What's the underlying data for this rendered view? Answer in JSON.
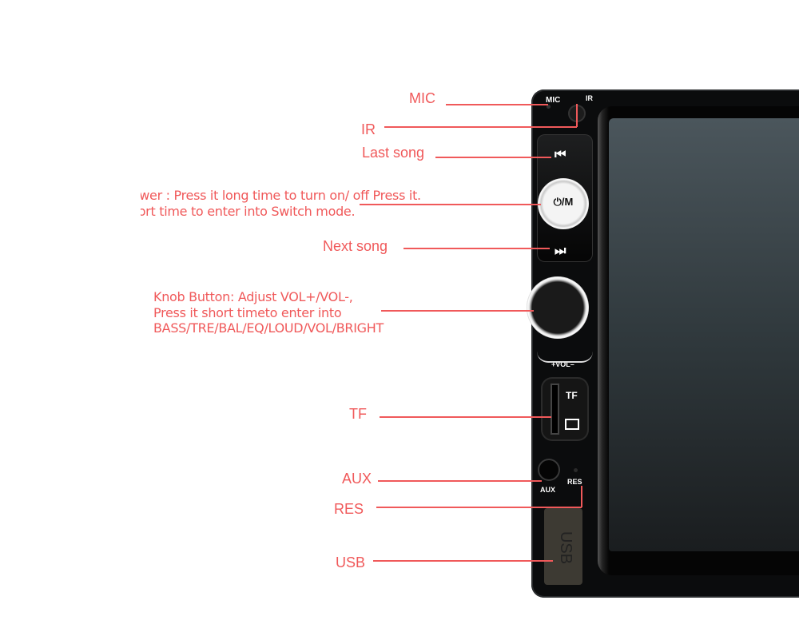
{
  "labels": {
    "mic": "MIC",
    "ir": "IR",
    "last_song": "Last song",
    "power_line1": "Power : Press it long time to turn on/ off Press it.",
    "power_line2": "Short time to enter into Switch mode.",
    "next_song": "Next song",
    "knob_line1": "Knob Button: Adjust VOL+/VOL-,",
    "knob_line2": "Press it short timeto enter into",
    "knob_line3": "BASS/TRE/BAL/EQ/LOUD/VOL/BRIGHT",
    "tf": "TF",
    "aux": "AUX",
    "res": "RES",
    "usb": "USB"
  },
  "device": {
    "mic": "MIC",
    "ir": "IR",
    "power_button": "⏻/M",
    "prev_glyph": "⏮",
    "next_glyph": "⏭",
    "vol": "+VOL–",
    "tf": "TF",
    "aux": "AUX",
    "res": "RES",
    "usb": "USB"
  },
  "colors": {
    "annotation": "#f0595a",
    "frame": "#0b0c0d"
  }
}
